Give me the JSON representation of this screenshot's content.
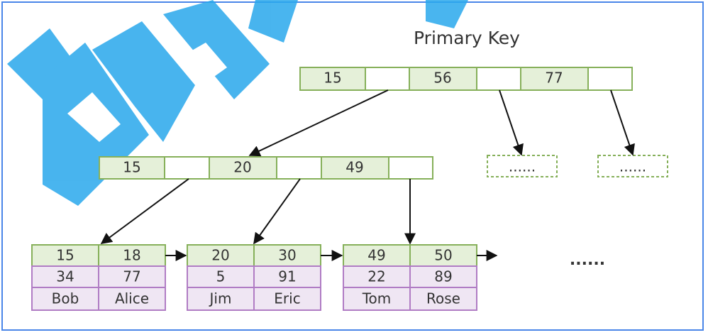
{
  "title": "Primary Key",
  "watermark": "kai",
  "colors": {
    "key_fill": "#e5f0d9",
    "key_border": "#86b05a",
    "row_fill": "#efe6f3",
    "row_border": "#b07cc4",
    "watermark": "#29a8ec",
    "frame": "#4a86e8"
  },
  "root_node": {
    "keys": [
      "15",
      "56",
      "77"
    ]
  },
  "collapsed_children": [
    "......",
    "......"
  ],
  "internal_node": {
    "keys": [
      "15",
      "20",
      "49"
    ]
  },
  "leaf_nodes": [
    {
      "keys": [
        "15",
        "18"
      ],
      "values": [
        "34",
        "77"
      ],
      "names": [
        "Bob",
        "Alice"
      ]
    },
    {
      "keys": [
        "20",
        "30"
      ],
      "values": [
        "5",
        "91"
      ],
      "names": [
        "Jim",
        "Eric"
      ]
    },
    {
      "keys": [
        "49",
        "50"
      ],
      "values": [
        "22",
        "89"
      ],
      "names": [
        "Tom",
        "Rose"
      ]
    }
  ],
  "trailing_ellipsis": "......"
}
